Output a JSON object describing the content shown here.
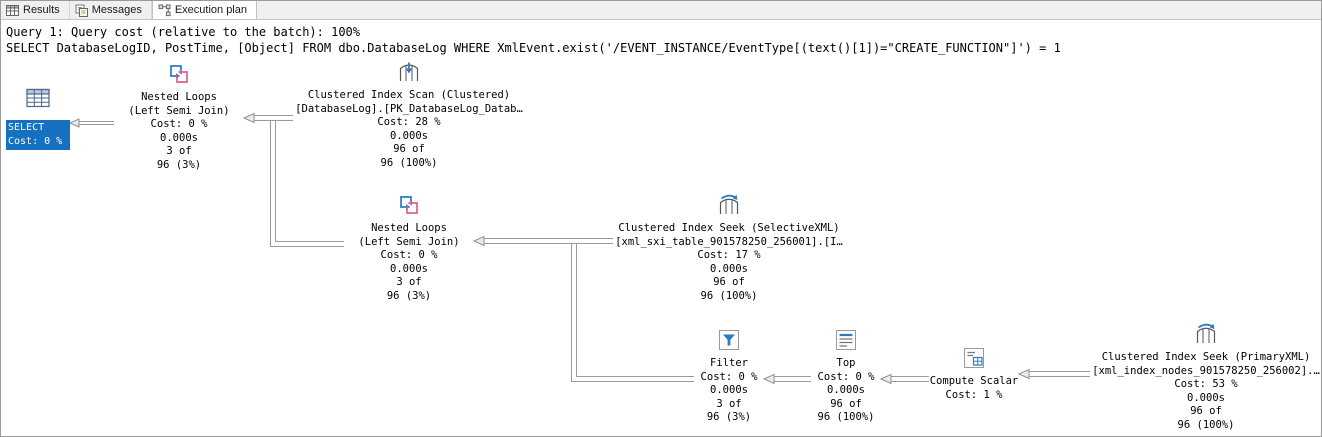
{
  "tabs": [
    {
      "label": "Results",
      "icon": "results-grid-icon",
      "active": false
    },
    {
      "label": "Messages",
      "icon": "messages-icon",
      "active": false
    },
    {
      "label": "Execution plan",
      "icon": "execution-plan-icon",
      "active": true
    }
  ],
  "query_header": {
    "line1": "Query 1: Query cost (relative to the batch): 100%",
    "line2": "SELECT DatabaseLogID, PostTime, [Object] FROM dbo.DatabaseLog WHERE XmlEvent.exist('/EVENT_INSTANCE/EventType[(text()[1])=\"CREATE_FUNCTION\"]') = 1"
  },
  "plan": {
    "nodes": [
      {
        "id": "select",
        "selected": true,
        "lines": [
          "SELECT",
          "Cost: 0 %"
        ]
      },
      {
        "id": "nested-loops-1",
        "lines": [
          "Nested Loops",
          "(Left Semi Join)",
          "Cost: 0 %",
          "0.000s",
          "3 of",
          "96 (3%)"
        ]
      },
      {
        "id": "clustered-index-scan",
        "lines": [
          "Clustered Index Scan (Clustered)",
          "[DatabaseLog].[PK_DatabaseLog_Datab…",
          "Cost: 28 %",
          "0.000s",
          "96 of",
          "96 (100%)"
        ]
      },
      {
        "id": "nested-loops-2",
        "lines": [
          "Nested Loops",
          "(Left Semi Join)",
          "Cost: 0 %",
          "0.000s",
          "3 of",
          "96 (3%)"
        ]
      },
      {
        "id": "clustered-index-seek-selectivexml",
        "lines": [
          "Clustered Index Seek (SelectiveXML)",
          "[xml_sxi_table_901578250_256001].[I…",
          "Cost: 17 %",
          "0.000s",
          "96 of",
          "96 (100%)"
        ]
      },
      {
        "id": "filter",
        "lines": [
          "Filter",
          "Cost: 0 %",
          "0.000s",
          "3 of",
          "96 (3%)"
        ]
      },
      {
        "id": "top",
        "lines": [
          "Top",
          "Cost: 0 %",
          "0.000s",
          "96 of",
          "96 (100%)"
        ]
      },
      {
        "id": "compute-scalar",
        "lines": [
          "Compute Scalar",
          "Cost: 1 %"
        ]
      },
      {
        "id": "clustered-index-seek-primaryxml",
        "lines": [
          "Clustered Index Seek (PrimaryXML)",
          "[xml_index_nodes_901578250_256002].…",
          "Cost: 53 %",
          "0.000s",
          "96 of",
          "96 (100%)"
        ]
      }
    ]
  },
  "colors": {
    "selection_bg": "#1670c0",
    "selection_text": "#ffffff",
    "connector": "#9a9a9a",
    "icon_blue": "#2e7bbf",
    "icon_pink": "#d4639c",
    "tabbar_bg": "#f0f0f0",
    "canvas_bg": "#ffffff"
  }
}
